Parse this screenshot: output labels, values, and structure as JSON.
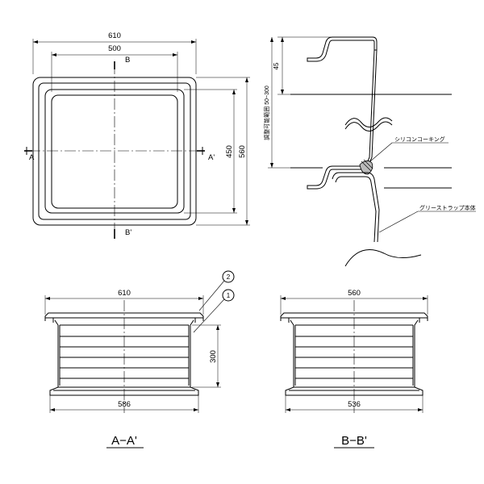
{
  "plan_view": {
    "dim_outer_width": "610",
    "dim_inner_width": "500",
    "dim_inner_height": "450",
    "dim_outer_height": "560",
    "section_b_label": "B",
    "section_b_prime_label": "B'",
    "section_a_label": "A",
    "section_a_prime_label": "A'"
  },
  "detail_view": {
    "dim_top": "45",
    "dim_adjust": "調整可能範囲 50~300",
    "label_caulking": "シリコンコーキング",
    "label_trap": "グリーストラップ本体"
  },
  "section_a": {
    "dim_top_width": "610",
    "dim_bottom_width": "586",
    "dim_height": "300",
    "callout_1": "1",
    "callout_2": "2",
    "title": "A−A'"
  },
  "section_b": {
    "dim_top_width": "560",
    "dim_bottom_width": "536",
    "title": "B−B'"
  }
}
